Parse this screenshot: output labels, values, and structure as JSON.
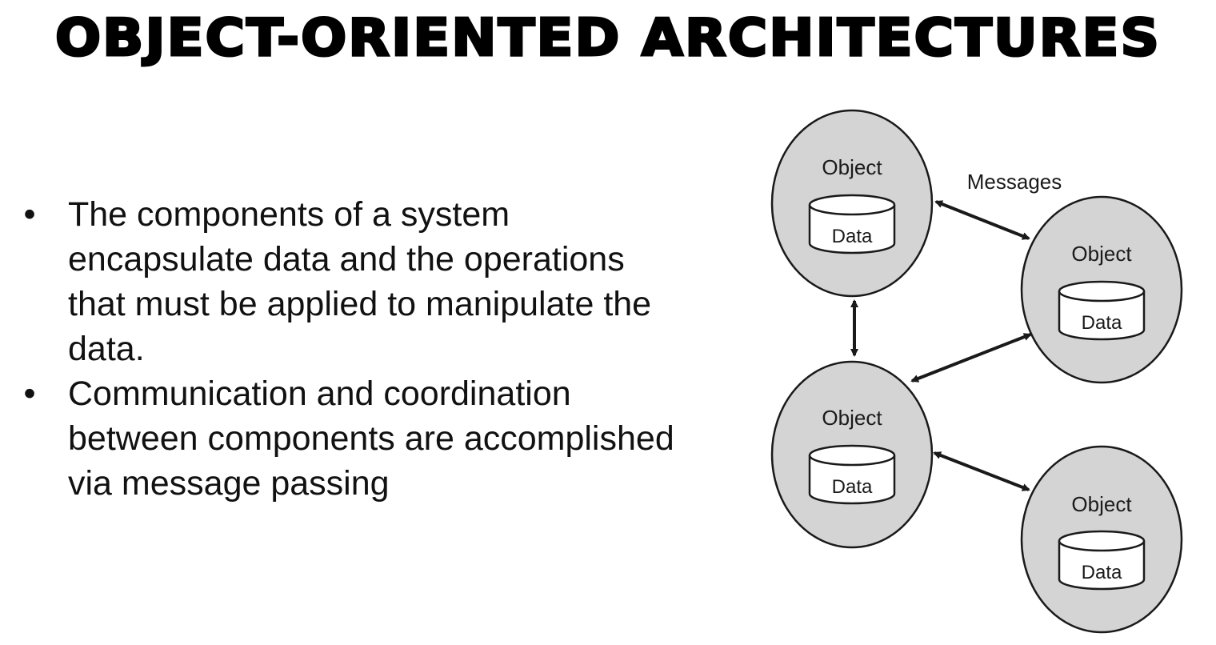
{
  "slide": {
    "title": "OBJECT-ORIENTED ARCHITECTURES",
    "bullets": [
      "The components of a system encapsulate data and the operations that must be applied to manipulate the data.",
      "Communication and coordination between components are accomplished via message passing"
    ]
  },
  "diagram": {
    "messages_label": "Messages",
    "objects": [
      {
        "object_label": "Object",
        "data_label": "Data"
      },
      {
        "object_label": "Object",
        "data_label": "Data"
      },
      {
        "object_label": "Object",
        "data_label": "Data"
      },
      {
        "object_label": "Object",
        "data_label": "Data"
      }
    ],
    "colors": {
      "object_fill": "#d4d4d4",
      "outline": "#1a1a1a",
      "data_fill": "#ffffff"
    }
  }
}
